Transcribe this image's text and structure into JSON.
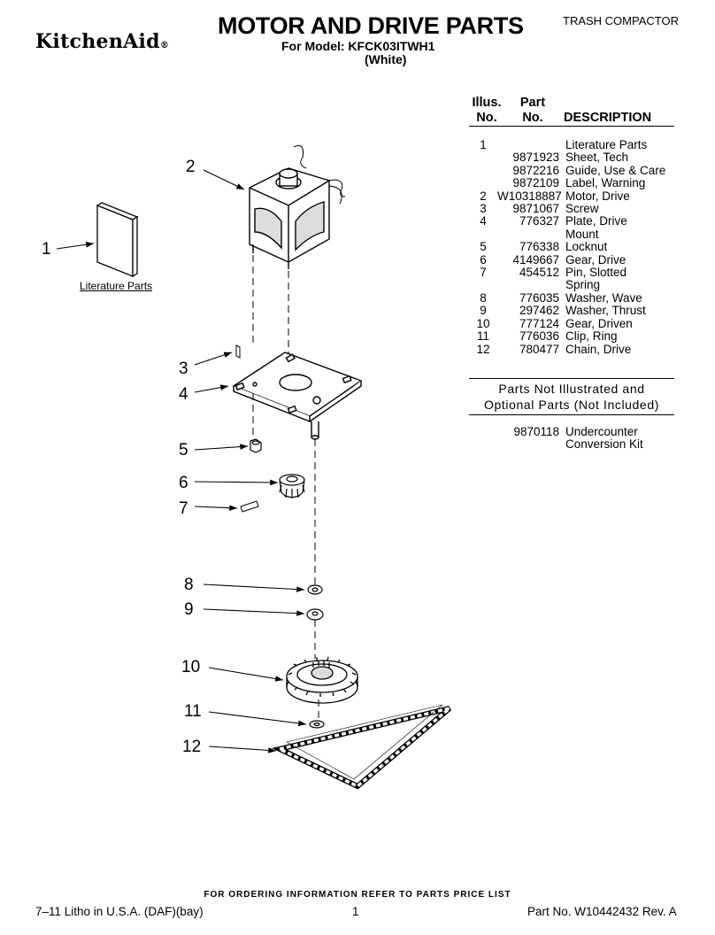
{
  "header": {
    "brand": "KitchenAid",
    "brand_mark": "®",
    "title": "MOTOR AND DRIVE PARTS",
    "model_line": "For Model: KFCK03ITWH1",
    "color_line": "(White)",
    "product": "TRASH COMPACTOR"
  },
  "table": {
    "headers": {
      "illus_top": "Illus.",
      "illus_bottom": "No.",
      "part_top": "Part",
      "part_bottom": "No.",
      "description": "DESCRIPTION"
    },
    "rows": [
      {
        "illus": "1",
        "part": "",
        "desc": "Literature Parts"
      },
      {
        "illus": "",
        "part": "9871923",
        "desc": "Sheet, Tech"
      },
      {
        "illus": "",
        "part": "9872216",
        "desc": "Guide, Use & Care"
      },
      {
        "illus": "",
        "part": "9872109",
        "desc": "Label, Warning"
      },
      {
        "illus": "2",
        "part": "W10318887",
        "desc": "Motor, Drive"
      },
      {
        "illus": "3",
        "part": "9871067",
        "desc": "Screw"
      },
      {
        "illus": "4",
        "part": "776327",
        "desc": "Plate, Drive"
      },
      {
        "illus": "",
        "part": "",
        "desc": "Mount"
      },
      {
        "illus": "5",
        "part": "776338",
        "desc": "Locknut"
      },
      {
        "illus": "6",
        "part": "4149667",
        "desc": "Gear, Drive"
      },
      {
        "illus": "7",
        "part": "454512",
        "desc": "Pin, Slotted"
      },
      {
        "illus": "",
        "part": "",
        "desc": "Spring"
      },
      {
        "illus": "8",
        "part": "776035",
        "desc": "Washer, Wave"
      },
      {
        "illus": "9",
        "part": "297462",
        "desc": "Washer, Thrust"
      },
      {
        "illus": "10",
        "part": "777124",
        "desc": "Gear, Driven"
      },
      {
        "illus": "11",
        "part": "776036",
        "desc": "Clip, Ring"
      },
      {
        "illus": "12",
        "part": "780477",
        "desc": "Chain, Drive"
      }
    ]
  },
  "not_included": {
    "title_line1": "Parts Not Illustrated and",
    "title_line2": "Optional Parts (Not Included)",
    "rows": [
      {
        "part": "9870118",
        "desc": "Undercounter"
      },
      {
        "part": "",
        "desc": "Conversion Kit"
      }
    ]
  },
  "diagram": {
    "callouts": [
      "1",
      "2",
      "3",
      "4",
      "5",
      "6",
      "7",
      "8",
      "9",
      "10",
      "11",
      "12"
    ],
    "literature_label": "Literature Parts"
  },
  "footer": {
    "ordering_note": "FOR ORDERING INFORMATION REFER TO PARTS PRICE LIST",
    "printing": "7–11 Litho in U.S.A. (DAF)(bay)",
    "page": "1",
    "part_no": "Part No. W10442432 Rev. A"
  }
}
